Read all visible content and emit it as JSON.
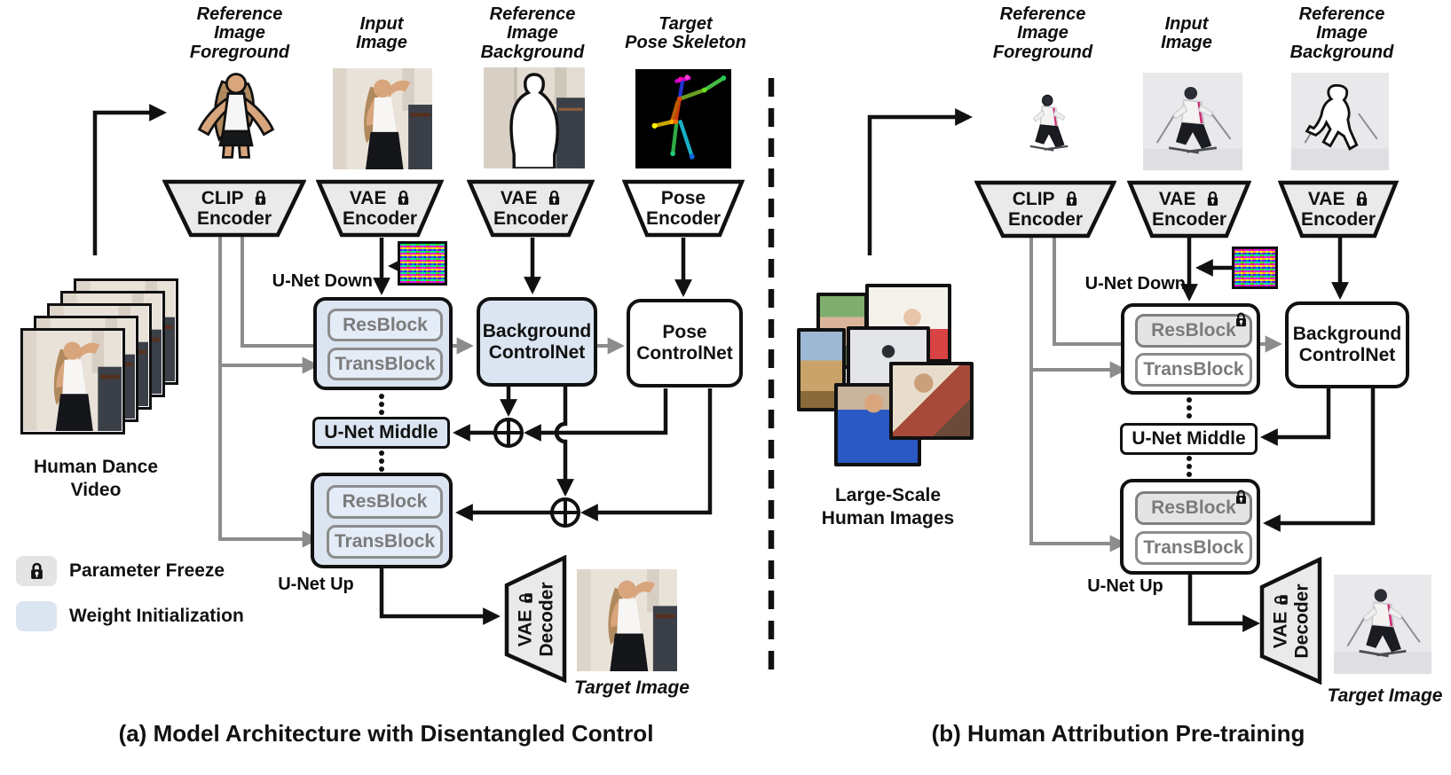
{
  "figure": {
    "type": "model-architecture-diagram"
  },
  "colors": {
    "weight_init_blue": "#dbe5f1",
    "frozen_gray": "#e4e4e4",
    "encoder_gray": "#eaeaea",
    "gray_connector": "#8c8c8c",
    "black": "#111111"
  },
  "icons": {
    "lock": "lock-icon (parameter freeze)",
    "merge_add": "circled-plus add"
  },
  "legend": {
    "parameter_freeze": "Parameter Freeze",
    "weight_initialization": "Weight Initialization"
  },
  "panel_a": {
    "caption": "(a) Model Architecture with Disentangled Control",
    "source_label": [
      "Human Dance",
      "Video"
    ],
    "columns": [
      {
        "label": [
          "Reference",
          "Image",
          "Foreground"
        ],
        "encoder": [
          "CLIP",
          "Encoder"
        ],
        "frozen": true
      },
      {
        "label": [
          "Input",
          "Image"
        ],
        "encoder": [
          "VAE",
          "Encoder"
        ],
        "frozen": true
      },
      {
        "label": [
          "Reference",
          "Image",
          "Background"
        ],
        "encoder": [
          "VAE",
          "Encoder"
        ],
        "frozen": true
      },
      {
        "label": [
          "Target",
          "Pose Skeleton"
        ],
        "encoder": [
          "Pose",
          "Encoder"
        ],
        "frozen": false
      }
    ],
    "unet_down_label": "U-Net Down",
    "unet_middle_label": "U-Net Middle",
    "unet_up_label": "U-Net Up",
    "down_blocks": [
      "ResBlock",
      "TransBlock"
    ],
    "up_blocks": [
      "ResBlock",
      "TransBlock"
    ],
    "background_controlnet": [
      "Background",
      "ControlNet"
    ],
    "pose_controlnet": [
      "Pose",
      "ControlNet"
    ],
    "decoder": [
      "VAE",
      "Decoder"
    ],
    "target_label": "Target Image"
  },
  "panel_b": {
    "caption": "(b) Human Attribution Pre-training",
    "source_label": [
      "Large-Scale",
      "Human Images"
    ],
    "columns": [
      {
        "label": [
          "Reference",
          "Image",
          "Foreground"
        ],
        "encoder": [
          "CLIP",
          "Encoder"
        ],
        "frozen": true
      },
      {
        "label": [
          "Input",
          "Image"
        ],
        "encoder": [
          "VAE",
          "Encoder"
        ],
        "frozen": true
      },
      {
        "label": [
          "Reference",
          "Image",
          "Background"
        ],
        "encoder": [
          "VAE",
          "Encoder"
        ],
        "frozen": true
      }
    ],
    "unet_down_label": "U-Net Down",
    "unet_middle_label": "U-Net Middle",
    "unet_up_label": "U-Net Up",
    "down_blocks": [
      "ResBlock",
      "TransBlock"
    ],
    "up_blocks": [
      "ResBlock",
      "TransBlock"
    ],
    "background_controlnet": [
      "Background",
      "ControlNet"
    ],
    "decoder": [
      "VAE",
      "Decoder"
    ],
    "target_label": "Target Image"
  }
}
